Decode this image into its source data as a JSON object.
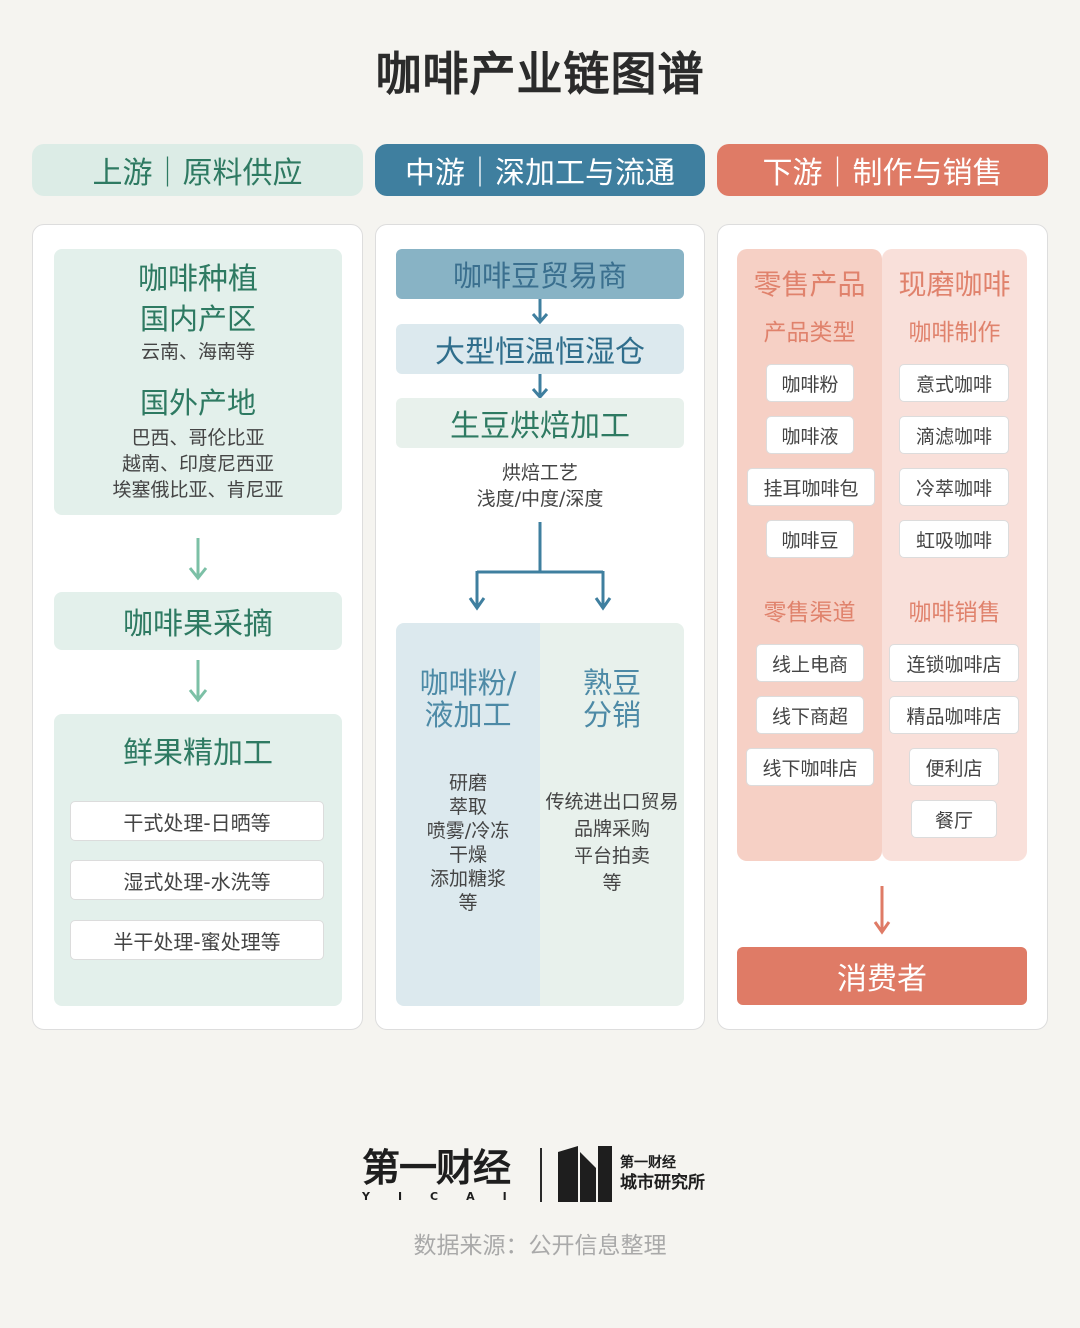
{
  "title": "咖啡产业链图谱",
  "headers": {
    "upstream": "上游｜原料供应",
    "midstream": "中游｜深加工与流通",
    "downstream": "下游｜制作与销售"
  },
  "upstream": {
    "planting": {
      "title": "咖啡种植",
      "domestic_title": "国内产区",
      "domestic_lines": [
        "云南、海南等"
      ],
      "foreign_title": "国外产地",
      "foreign_lines": [
        "巴西、哥伦比亚",
        "越南、印度尼西亚",
        "埃塞俄比亚、肯尼亚"
      ]
    },
    "picking": "咖啡果采摘",
    "processing": {
      "title": "鲜果精加工",
      "methods": [
        "干式处理-日晒等",
        "湿式处理-水洗等",
        "半干处理-蜜处理等"
      ]
    }
  },
  "midstream": {
    "trader": "咖啡豆贸易商",
    "warehouse": "大型恒温恒湿仓",
    "roasting": "生豆烘焙加工",
    "roast_note": [
      "烘焙工艺",
      "浅度/中度/深度"
    ],
    "branch_left": {
      "title": [
        "咖啡粉/",
        "液加工"
      ],
      "items": [
        "研磨",
        "萃取",
        "喷雾/冷冻",
        "干燥",
        "添加糖浆",
        "等"
      ]
    },
    "branch_right": {
      "title": [
        "熟豆",
        "分销"
      ],
      "items": [
        "传统进出口贸易",
        "品牌采购",
        "平台拍卖",
        "等"
      ]
    }
  },
  "downstream": {
    "retail": {
      "title": "零售产品",
      "types_title": "产品类型",
      "types": [
        "咖啡粉",
        "咖啡液",
        "挂耳咖啡包",
        "咖啡豆"
      ],
      "channels_title": "零售渠道",
      "channels": [
        "线上电商",
        "线下商超",
        "线下咖啡店"
      ]
    },
    "fresh": {
      "title": "现磨咖啡",
      "making_title": "咖啡制作",
      "making": [
        "意式咖啡",
        "滴滤咖啡",
        "冷萃咖啡",
        "虹吸咖啡"
      ],
      "sales_title": "咖啡销售",
      "sales": [
        "连锁咖啡店",
        "精品咖啡店",
        "便利店",
        "餐厅"
      ]
    },
    "consumer": "消费者"
  },
  "footer": {
    "logo_yicai": "第一财经",
    "logo_yicai_latin": "YICAI",
    "logo_institute_line1": "第一财经",
    "logo_institute_line2": "城市研究所",
    "source": "数据来源：公开信息整理"
  },
  "colors": {
    "upstream": "#2e7a62",
    "midstream": "#3f7f9f",
    "downstream": "#df7b66",
    "background": "#f5f4f0"
  }
}
